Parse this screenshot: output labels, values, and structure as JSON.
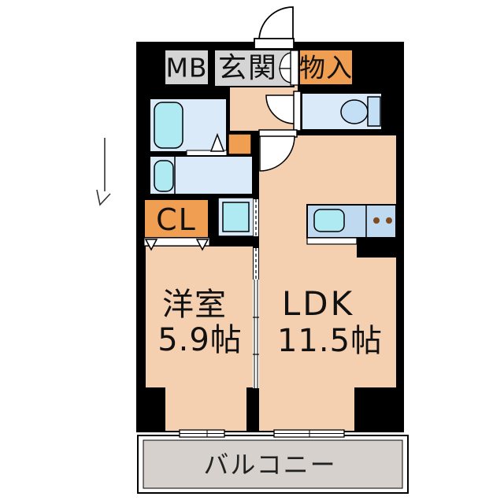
{
  "floor_plan": {
    "rooms": {
      "mb": {
        "label": "MB"
      },
      "entrance": {
        "label": "玄関"
      },
      "storage": {
        "label": "物入"
      },
      "closet": {
        "label": "CL"
      },
      "western_room": {
        "name": "洋室",
        "size": "5.9帖"
      },
      "ldk": {
        "name": "LDK",
        "size": "11.5帖"
      },
      "balcony": {
        "label": "バルコニー"
      }
    },
    "colors": {
      "wall": "#000000",
      "room_peach": "#F4D0B0",
      "accent_orange": "#EF9E52",
      "room_gray": "#D4D4D4",
      "balcony_gray": "#D6D1CC",
      "room_blue": "#DAEAF8",
      "fixture_cyan": "#AFEAF2",
      "counter_blue": "#BFD9F1",
      "bowl_blue": "#C3DFF5",
      "burner_brown": "#7E4A1F"
    }
  }
}
